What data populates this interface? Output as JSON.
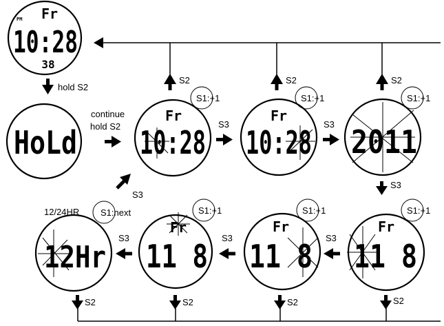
{
  "screens": {
    "time": {
      "day": "Fr",
      "time": "10:28",
      "seconds": "38",
      "pm": "PM"
    },
    "hold": {
      "text": "HoLd"
    },
    "hour_edit": {
      "day": "Fr",
      "time": "10:28"
    },
    "minute_edit": {
      "day": "Fr",
      "time": "10:28"
    },
    "year_edit": {
      "value": "2011"
    },
    "month_edit": {
      "day": "Fr",
      "value": "11 8"
    },
    "day_edit": {
      "day": "Fr",
      "value": "11 8"
    },
    "weekday_edit": {
      "day": "Fr",
      "value": "11 8"
    },
    "format_edit": {
      "value": "12Hr"
    }
  },
  "labels": {
    "hold_s2": "hold S2",
    "continue_line1": "continue",
    "continue_line2": "hold S2",
    "s2": "S2",
    "s3": "S3",
    "s1_plus": "S1:+1",
    "s1_next": "S1:next",
    "format_label": "12/24HR"
  },
  "colors": {
    "ink": "#000000",
    "background": "#ffffff"
  },
  "icons": [
    "arrow-up-icon",
    "arrow-down-icon",
    "arrow-left-icon",
    "arrow-right-icon",
    "arrow-diagonal-icon"
  ]
}
